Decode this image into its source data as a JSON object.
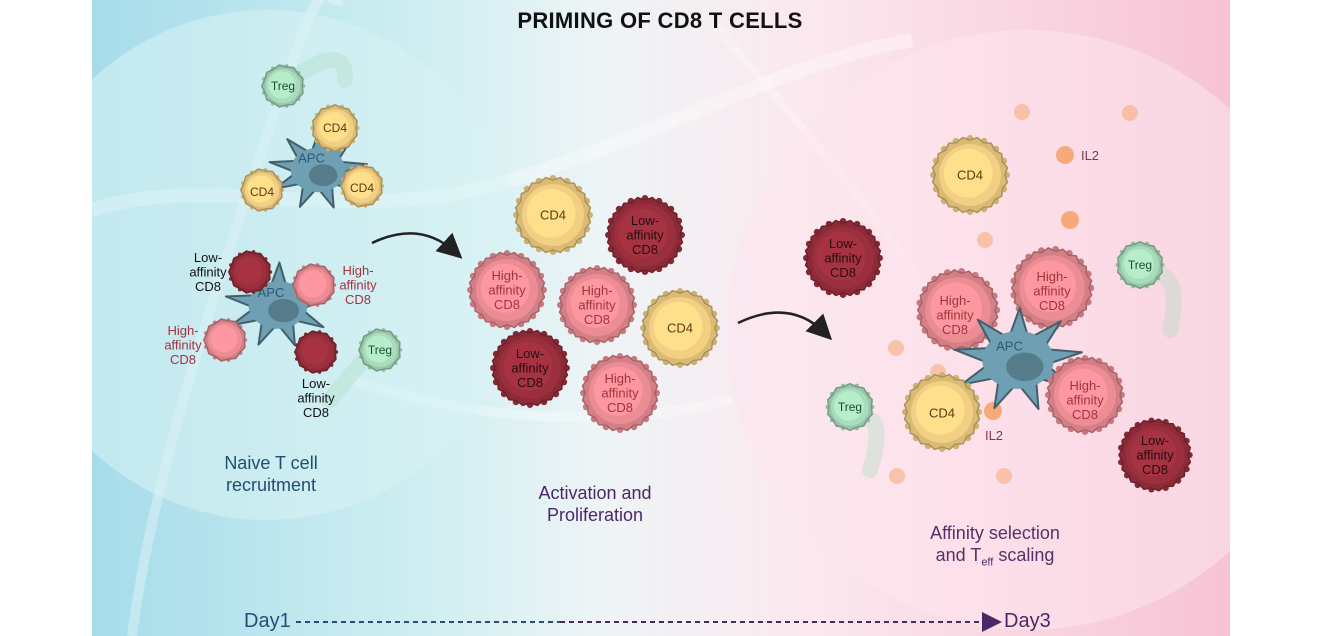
{
  "title": "PRIMING OF CD8 T CELLS",
  "stages": {
    "recruitment": "Naive T cell\nrecruitment",
    "activation": "Activation and\nProliferation",
    "selection_line1": "Affinity selection",
    "selection_and": "and T",
    "selection_sub": "eff",
    "selection_tail": " scaling"
  },
  "cells": {
    "apc": "APC",
    "cd4": "CD4",
    "treg": "Treg",
    "il2": "IL2",
    "low_cd8": [
      "Low-",
      "affinity",
      "CD8"
    ],
    "high_cd8": [
      "High-",
      "affinity",
      "CD8"
    ]
  },
  "timeline": {
    "start": "Day1",
    "end": "Day3"
  },
  "colors": {
    "apc": "#6e9fb3",
    "cd4": "#f2cf82",
    "treg": "#a9dcbc",
    "low_cd8": "#9b2f3d",
    "high_cd8": "#ec8d95",
    "il2": "#f6a774",
    "label_red": "#a3333f",
    "label_purple": "#4a2868"
  }
}
